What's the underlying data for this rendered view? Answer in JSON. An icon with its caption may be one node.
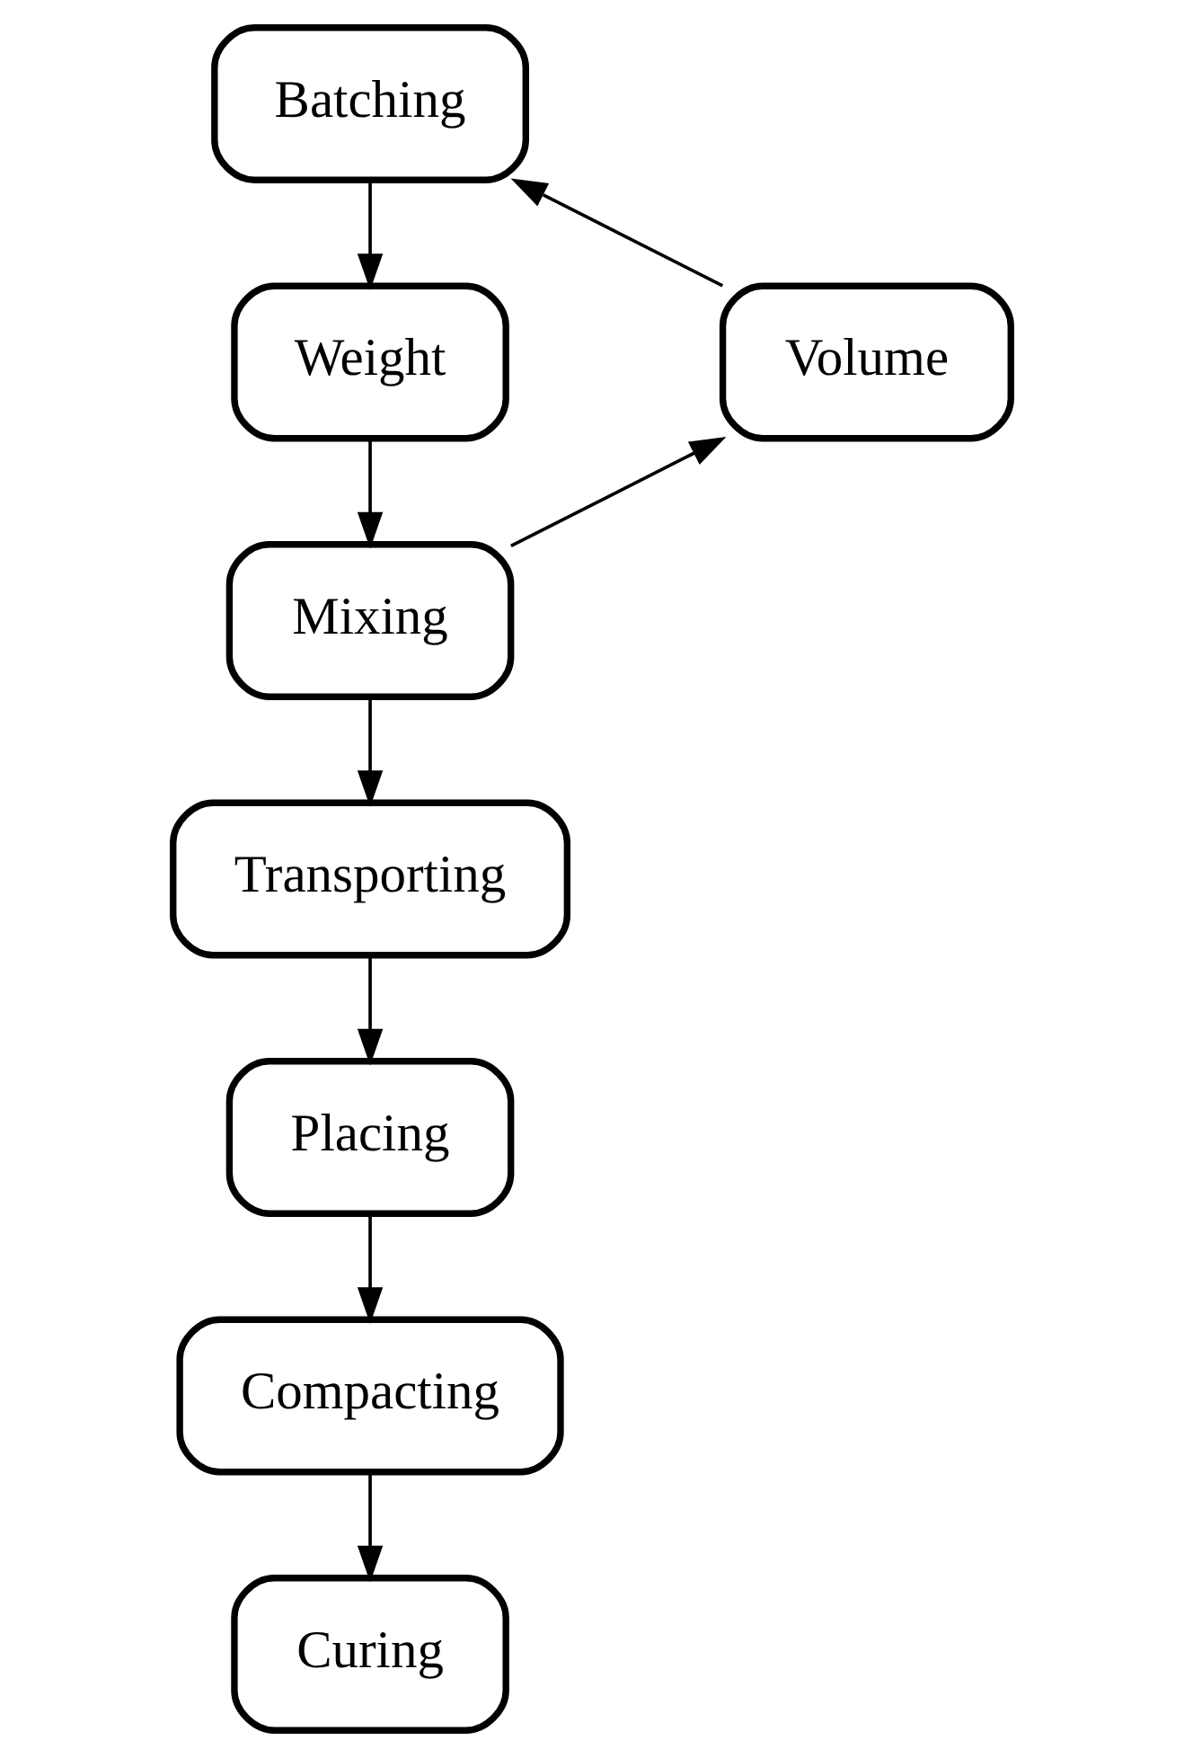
{
  "diagram": {
    "nodes": [
      {
        "text": [
          "Batching"
        ]
      },
      {
        "text": [
          "Weight"
        ]
      },
      {
        "text": [
          "Volume"
        ]
      },
      {
        "text": [
          "Mixing"
        ]
      },
      {
        "text": [
          "Transporting"
        ]
      },
      {
        "text": [
          "Placing"
        ]
      },
      {
        "text": [
          "Compacting"
        ]
      },
      {
        "text": [
          "Curing"
        ]
      }
    ],
    "edges": [
      {
        "from": 0,
        "to": 1,
        "arrow": "to"
      },
      {
        "from": 1,
        "to": 3,
        "arrow": "to"
      },
      {
        "from": 3,
        "to": 2,
        "arrow": "to"
      },
      {
        "from": 2,
        "to": 0,
        "arrow": "to"
      },
      {
        "from": 3,
        "to": 4,
        "arrow": "to"
      },
      {
        "from": 4,
        "to": 5,
        "arrow": "to"
      },
      {
        "from": 5,
        "to": 6,
        "arrow": "to"
      },
      {
        "from": 6,
        "to": 7,
        "arrow": "to"
      }
    ]
  }
}
